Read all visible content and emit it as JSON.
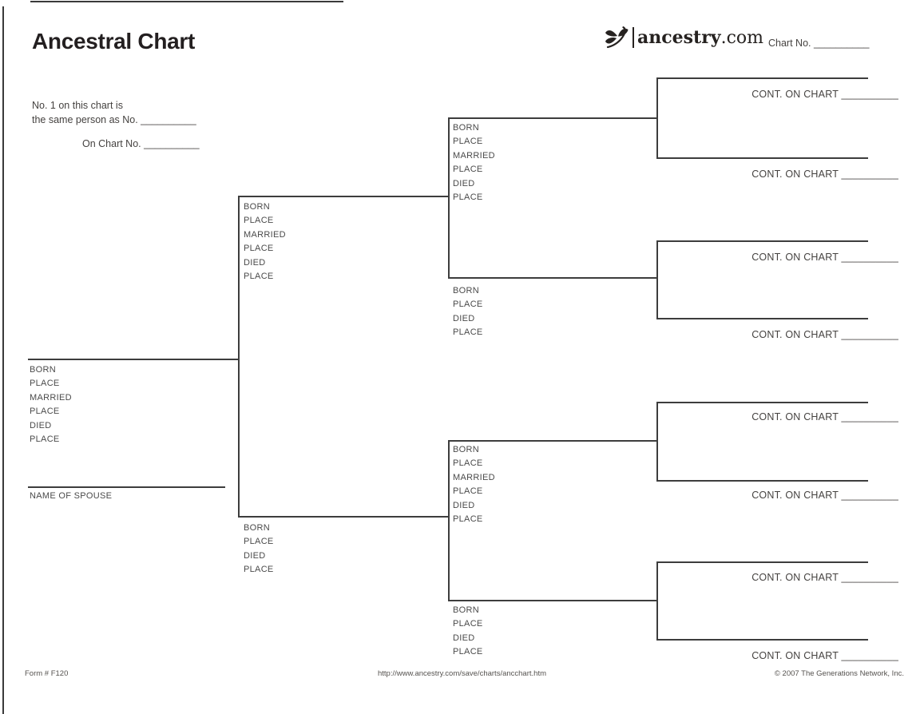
{
  "header": {
    "title": "Ancestral Chart",
    "chart_no": "Chart No. __________",
    "logo_name": "ancestry",
    "logo_suffix": ".com"
  },
  "reference": {
    "line1": "No. 1 on this chart is",
    "line2": "the same person as No. __________",
    "line3": "On Chart No. __________"
  },
  "person_fields": {
    "full": [
      "BORN",
      "PLACE",
      "MARRIED",
      "PLACE",
      "DIED",
      "PLACE"
    ],
    "short": [
      "BORN",
      "PLACE",
      "DIED",
      "PLACE"
    ]
  },
  "field_labels": {
    "spouse": "NAME OF SPOUSE",
    "cont_on_chart": "CONT. ON CHART __________"
  },
  "footer": {
    "form_number": "Form # F120",
    "url": "http://www.ancestry.com/save/charts/ancchart.htm",
    "copyright": "© 2007 The Generations Network, Inc."
  },
  "colors": {
    "line": "#3d3d3d",
    "label_text": "#4a4a4a",
    "title_text": "#231f20"
  }
}
